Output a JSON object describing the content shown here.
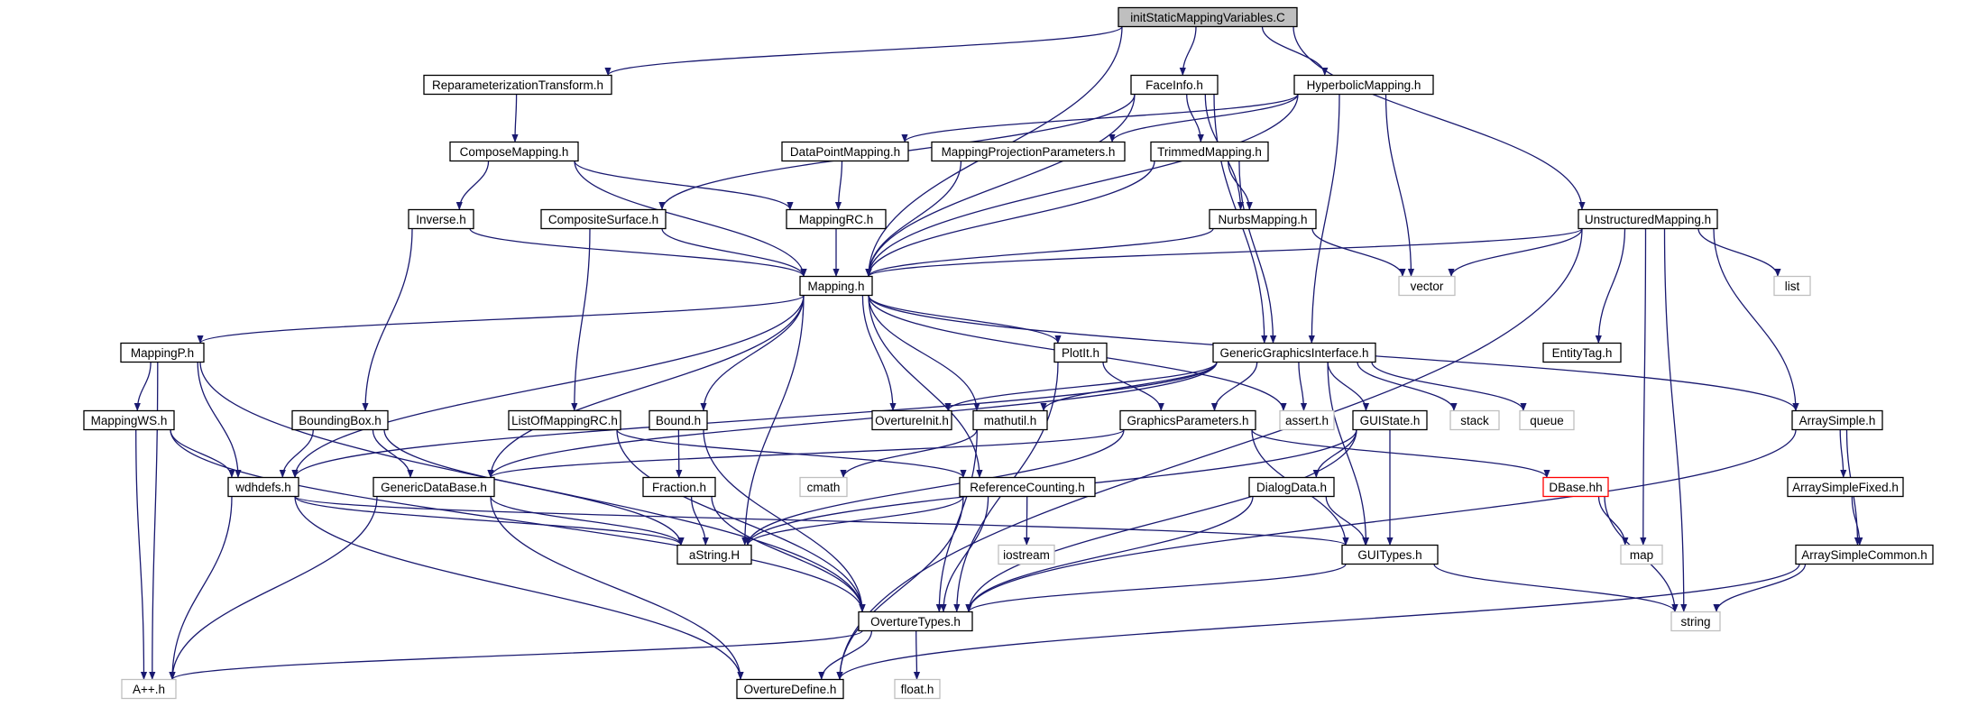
{
  "colors": {
    "edge": "#191970",
    "box_border": "#000000",
    "root_fill": "#bfbfbf",
    "missing_border": "#ff0000",
    "system_border": "#bfbfbf",
    "fill": "#ffffff"
  },
  "nodes": [
    {
      "id": "n_init",
      "label": "initStaticMappingVariables.C",
      "kind": "root"
    },
    {
      "id": "n_repT",
      "label": "ReparameterizationTransform.h",
      "kind": "file"
    },
    {
      "id": "n_face",
      "label": "FaceInfo.h",
      "kind": "file"
    },
    {
      "id": "n_hyp",
      "label": "HyperbolicMapping.h",
      "kind": "file"
    },
    {
      "id": "n_compose",
      "label": "ComposeMapping.h",
      "kind": "file"
    },
    {
      "id": "n_dpm",
      "label": "DataPointMapping.h",
      "kind": "file"
    },
    {
      "id": "n_mpp",
      "label": "MappingProjectionParameters.h",
      "kind": "file"
    },
    {
      "id": "n_trim",
      "label": "TrimmedMapping.h",
      "kind": "file"
    },
    {
      "id": "n_inv",
      "label": "Inverse.h",
      "kind": "file"
    },
    {
      "id": "n_cs",
      "label": "CompositeSurface.h",
      "kind": "file"
    },
    {
      "id": "n_mrc",
      "label": "MappingRC.h",
      "kind": "file"
    },
    {
      "id": "n_nurbs",
      "label": "NurbsMapping.h",
      "kind": "file"
    },
    {
      "id": "n_unstr",
      "label": "UnstructuredMapping.h",
      "kind": "file"
    },
    {
      "id": "n_map",
      "label": "Mapping.h",
      "kind": "file"
    },
    {
      "id": "n_vector",
      "label": "vector",
      "kind": "system"
    },
    {
      "id": "n_list",
      "label": "list",
      "kind": "system"
    },
    {
      "id": "n_mapP",
      "label": "MappingP.h",
      "kind": "file"
    },
    {
      "id": "n_plotit",
      "label": "PlotIt.h",
      "kind": "file"
    },
    {
      "id": "n_ggi",
      "label": "GenericGraphicsInterface.h",
      "kind": "file"
    },
    {
      "id": "n_entity",
      "label": "EntityTag.h",
      "kind": "file"
    },
    {
      "id": "n_mapWS",
      "label": "MappingWS.h",
      "kind": "file"
    },
    {
      "id": "n_bbox",
      "label": "BoundingBox.h",
      "kind": "file"
    },
    {
      "id": "n_lomrc",
      "label": "ListOfMappingRC.h",
      "kind": "file"
    },
    {
      "id": "n_bound",
      "label": "Bound.h",
      "kind": "file"
    },
    {
      "id": "n_ovinit",
      "label": "OvertureInit.h",
      "kind": "file"
    },
    {
      "id": "n_mathutil",
      "label": "mathutil.h",
      "kind": "file"
    },
    {
      "id": "n_gp",
      "label": "GraphicsParameters.h",
      "kind": "file"
    },
    {
      "id": "n_assert",
      "label": "assert.h",
      "kind": "system"
    },
    {
      "id": "n_guistate",
      "label": "GUIState.h",
      "kind": "file"
    },
    {
      "id": "n_stack",
      "label": "stack",
      "kind": "system"
    },
    {
      "id": "n_queue",
      "label": "queue",
      "kind": "system"
    },
    {
      "id": "n_arrsimple",
      "label": "ArraySimple.h",
      "kind": "file"
    },
    {
      "id": "n_wdh",
      "label": "wdhdefs.h",
      "kind": "file"
    },
    {
      "id": "n_gdb",
      "label": "GenericDataBase.h",
      "kind": "file"
    },
    {
      "id": "n_fraction",
      "label": "Fraction.h",
      "kind": "file"
    },
    {
      "id": "n_cmath",
      "label": "cmath",
      "kind": "system"
    },
    {
      "id": "n_refcount",
      "label": "ReferenceCounting.h",
      "kind": "file"
    },
    {
      "id": "n_dialog",
      "label": "DialogData.h",
      "kind": "file"
    },
    {
      "id": "n_dbase",
      "label": "DBase.hh",
      "kind": "missing"
    },
    {
      "id": "n_asfixed",
      "label": "ArraySimpleFixed.h",
      "kind": "file"
    },
    {
      "id": "n_astring",
      "label": "aString.H",
      "kind": "file"
    },
    {
      "id": "n_iostream",
      "label": "iostream",
      "kind": "system"
    },
    {
      "id": "n_guitypes",
      "label": "GUITypes.h",
      "kind": "file"
    },
    {
      "id": "n_mapstd",
      "label": "map",
      "kind": "system"
    },
    {
      "id": "n_ascommon",
      "label": "ArraySimpleCommon.h",
      "kind": "file"
    },
    {
      "id": "n_string",
      "label": "string",
      "kind": "system"
    },
    {
      "id": "n_ovtypes",
      "label": "OvertureTypes.h",
      "kind": "file"
    },
    {
      "id": "n_app",
      "label": "A++.h",
      "kind": "system"
    },
    {
      "id": "n_ovdefine",
      "label": "OvertureDefine.h",
      "kind": "file"
    },
    {
      "id": "n_float",
      "label": "float.h",
      "kind": "system"
    }
  ],
  "edges": [
    [
      "n_init",
      "n_repT"
    ],
    [
      "n_init",
      "n_face"
    ],
    [
      "n_init",
      "n_hyp"
    ],
    [
      "n_init",
      "n_unstr"
    ],
    [
      "n_init",
      "n_map"
    ],
    [
      "n_repT",
      "n_compose"
    ],
    [
      "n_compose",
      "n_inv"
    ],
    [
      "n_compose",
      "n_mrc"
    ],
    [
      "n_compose",
      "n_map"
    ],
    [
      "n_face",
      "n_trim"
    ],
    [
      "n_face",
      "n_nurbs"
    ],
    [
      "n_face",
      "n_ggi"
    ],
    [
      "n_face",
      "n_map"
    ],
    [
      "n_face",
      "n_cs"
    ],
    [
      "n_hyp",
      "n_dpm"
    ],
    [
      "n_hyp",
      "n_mpp"
    ],
    [
      "n_hyp",
      "n_vector"
    ],
    [
      "n_hyp",
      "n_ggi"
    ],
    [
      "n_hyp",
      "n_map"
    ],
    [
      "n_dpm",
      "n_mrc"
    ],
    [
      "n_mpp",
      "n_map"
    ],
    [
      "n_trim",
      "n_nurbs"
    ],
    [
      "n_trim",
      "n_map"
    ],
    [
      "n_trim",
      "n_ggi"
    ],
    [
      "n_inv",
      "n_map"
    ],
    [
      "n_inv",
      "n_bbox"
    ],
    [
      "n_cs",
      "n_map"
    ],
    [
      "n_cs",
      "n_lomrc"
    ],
    [
      "n_mrc",
      "n_map"
    ],
    [
      "n_nurbs",
      "n_map"
    ],
    [
      "n_nurbs",
      "n_vector"
    ],
    [
      "n_unstr",
      "n_map"
    ],
    [
      "n_unstr",
      "n_vector"
    ],
    [
      "n_unstr",
      "n_list"
    ],
    [
      "n_unstr",
      "n_entity"
    ],
    [
      "n_unstr",
      "n_mapstd"
    ],
    [
      "n_unstr",
      "n_string"
    ],
    [
      "n_unstr",
      "n_arrsimple"
    ],
    [
      "n_unstr",
      "n_ovdefine"
    ],
    [
      "n_map",
      "n_mapP"
    ],
    [
      "n_map",
      "n_wdh"
    ],
    [
      "n_map",
      "n_gdb"
    ],
    [
      "n_map",
      "n_bound"
    ],
    [
      "n_map",
      "n_astring"
    ],
    [
      "n_map",
      "n_refcount"
    ],
    [
      "n_map",
      "n_ovinit"
    ],
    [
      "n_map",
      "n_mathutil"
    ],
    [
      "n_map",
      "n_plotit"
    ],
    [
      "n_map",
      "n_assert"
    ],
    [
      "n_map",
      "n_arrsimple"
    ],
    [
      "n_mapP",
      "n_mapWS"
    ],
    [
      "n_mapP",
      "n_wdh"
    ],
    [
      "n_mapP",
      "n_app"
    ],
    [
      "n_mapP",
      "n_ovtypes"
    ],
    [
      "n_mapWS",
      "n_wdh"
    ],
    [
      "n_mapWS",
      "n_app"
    ],
    [
      "n_mapWS",
      "n_ovtypes"
    ],
    [
      "n_bbox",
      "n_wdh"
    ],
    [
      "n_bbox",
      "n_gdb"
    ],
    [
      "n_bbox",
      "n_astring"
    ],
    [
      "n_lomrc",
      "n_refcount"
    ],
    [
      "n_lomrc",
      "n_ovtypes"
    ],
    [
      "n_bound",
      "n_fraction"
    ],
    [
      "n_bound",
      "n_ovtypes"
    ],
    [
      "n_fraction",
      "n_astring"
    ],
    [
      "n_fraction",
      "n_ovtypes"
    ],
    [
      "n_plotit",
      "n_gp"
    ],
    [
      "n_plotit",
      "n_ovtypes"
    ],
    [
      "n_ggi",
      "n_ovinit"
    ],
    [
      "n_ggi",
      "n_mathutil"
    ],
    [
      "n_ggi",
      "n_gp"
    ],
    [
      "n_ggi",
      "n_assert"
    ],
    [
      "n_ggi",
      "n_guistate"
    ],
    [
      "n_ggi",
      "n_stack"
    ],
    [
      "n_ggi",
      "n_queue"
    ],
    [
      "n_ggi",
      "n_guitypes"
    ],
    [
      "n_ggi",
      "n_gdb"
    ],
    [
      "n_ggi",
      "n_wdh"
    ],
    [
      "n_mathutil",
      "n_cmath"
    ],
    [
      "n_mathutil",
      "n_ovtypes"
    ],
    [
      "n_gp",
      "n_gdb"
    ],
    [
      "n_gp",
      "n_astring"
    ],
    [
      "n_gp",
      "n_guitypes"
    ],
    [
      "n_gp",
      "n_dbase"
    ],
    [
      "n_guistate",
      "n_dialog"
    ],
    [
      "n_guistate",
      "n_guitypes"
    ],
    [
      "n_guistate",
      "n_astring"
    ],
    [
      "n_guistate",
      "n_ovtypes"
    ],
    [
      "n_dialog",
      "n_guitypes"
    ],
    [
      "n_dialog",
      "n_ovtypes"
    ],
    [
      "n_dbase",
      "n_mapstd"
    ],
    [
      "n_dbase",
      "n_string"
    ],
    [
      "n_arrsimple",
      "n_asfixed"
    ],
    [
      "n_arrsimple",
      "n_ascommon"
    ],
    [
      "n_arrsimple",
      "n_ovtypes"
    ],
    [
      "n_asfixed",
      "n_ascommon"
    ],
    [
      "n_ascommon",
      "n_string"
    ],
    [
      "n_ascommon",
      "n_ovdefine"
    ],
    [
      "n_wdh",
      "n_app"
    ],
    [
      "n_wdh",
      "n_astring"
    ],
    [
      "n_wdh",
      "n_guitypes"
    ],
    [
      "n_wdh",
      "n_ovdefine"
    ],
    [
      "n_gdb",
      "n_app"
    ],
    [
      "n_gdb",
      "n_astring"
    ],
    [
      "n_gdb",
      "n_ovdefine"
    ],
    [
      "n_refcount",
      "n_iostream"
    ],
    [
      "n_refcount",
      "n_ovtypes"
    ],
    [
      "n_refcount",
      "n_ovdefine"
    ],
    [
      "n_refcount",
      "n_astring"
    ],
    [
      "n_guitypes",
      "n_ovtypes"
    ],
    [
      "n_guitypes",
      "n_string"
    ],
    [
      "n_ovtypes",
      "n_app"
    ],
    [
      "n_ovtypes",
      "n_ovdefine"
    ],
    [
      "n_ovtypes",
      "n_float"
    ]
  ]
}
